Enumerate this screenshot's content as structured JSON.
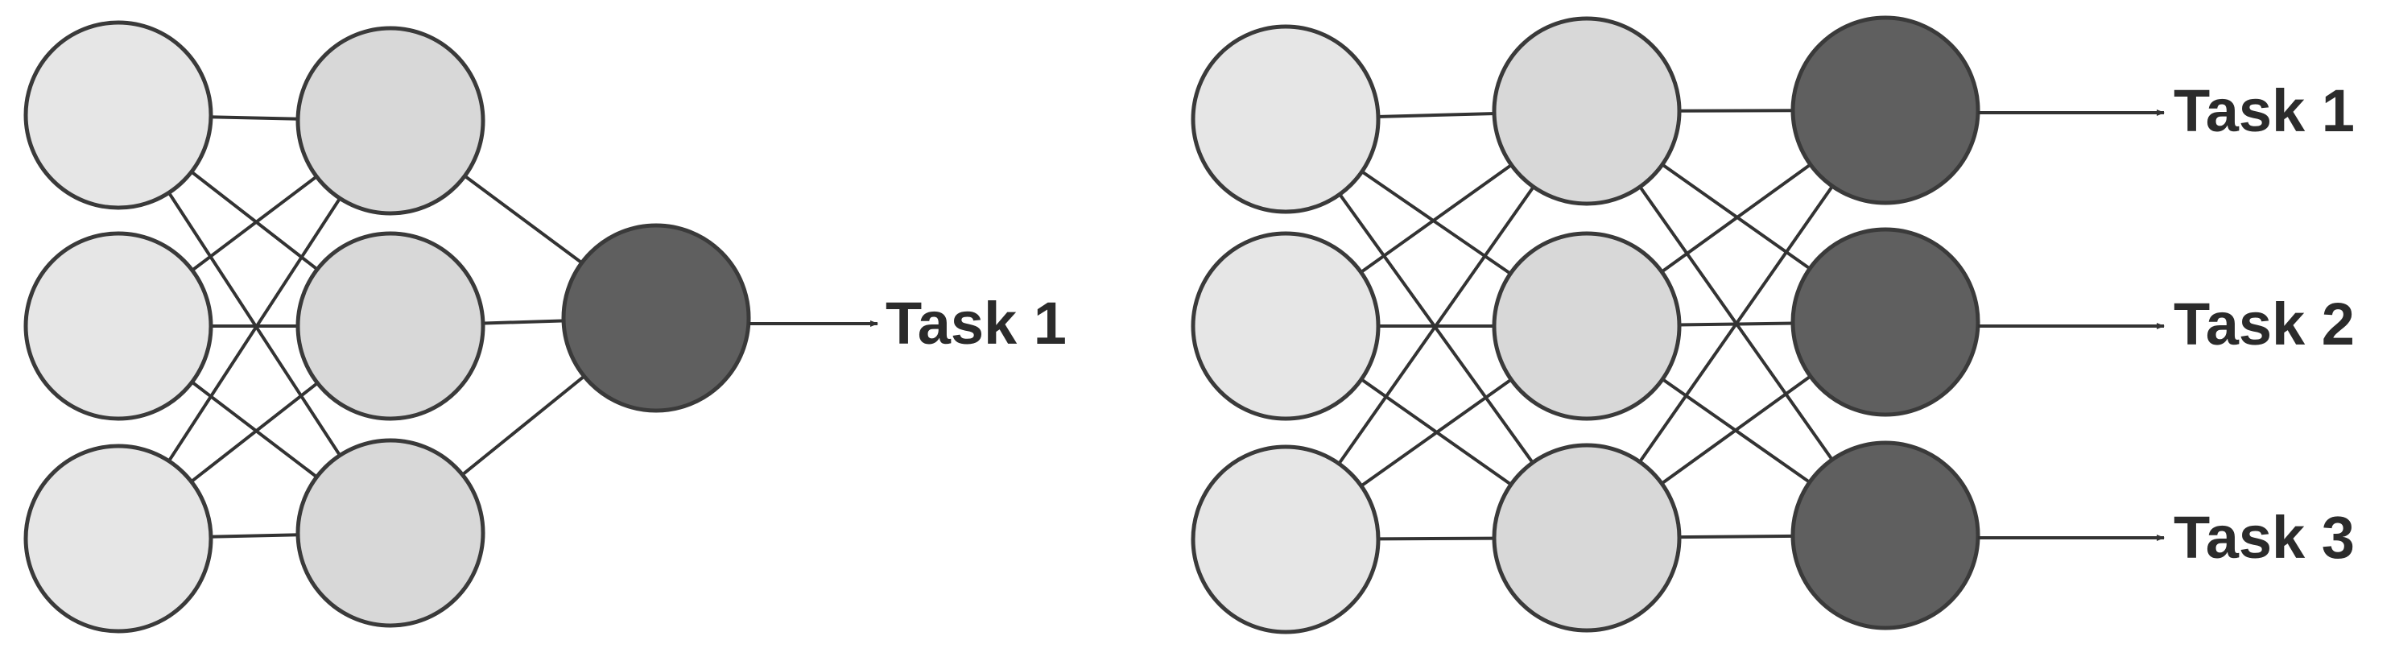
{
  "colors": {
    "background": "#ffffff",
    "input_node": "#e6e6e6",
    "hidden_node": "#d8d8d8",
    "output_node": "#5f5f5f",
    "edge": "#333333",
    "node_outline": "#3a3a3a",
    "label": "#2b2b2b"
  },
  "left_network": {
    "layers": [
      3,
      3,
      1
    ],
    "output_labels": [
      "Task 1"
    ]
  },
  "right_network": {
    "layers": [
      3,
      3,
      3
    ],
    "output_labels": [
      "Task 1",
      "Task 2",
      "Task 3"
    ]
  }
}
